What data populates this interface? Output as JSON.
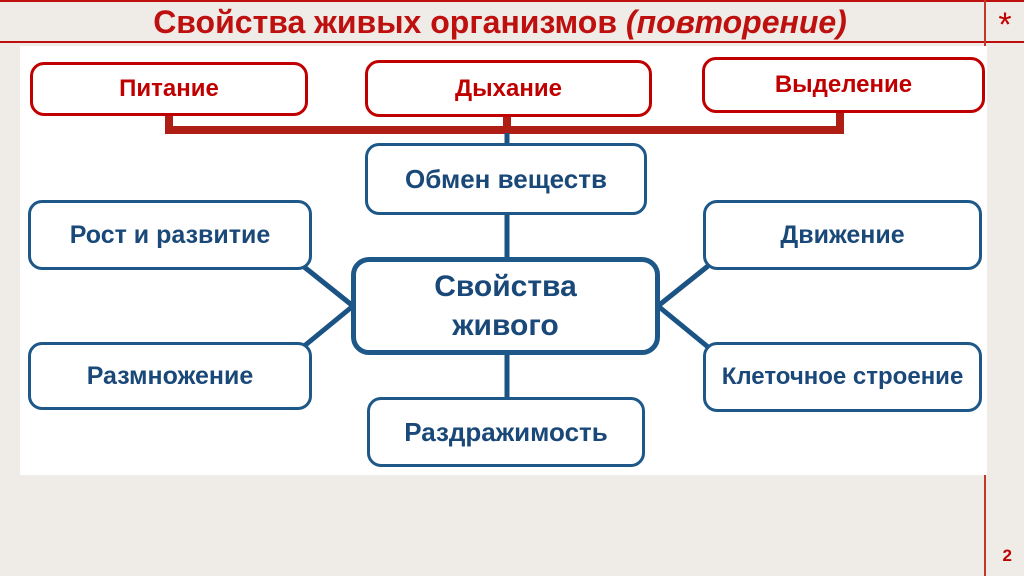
{
  "slide": {
    "title_prefix": "Свойства живых организмов ",
    "title_italic": "(повторение)",
    "asterisk": "*",
    "page_number": "2"
  },
  "diagram": {
    "top_row": [
      {
        "id": "nutrition",
        "label": "Питание"
      },
      {
        "id": "respiration",
        "label": "Дыхание"
      },
      {
        "id": "excretion",
        "label": "Выделение"
      }
    ],
    "metabolism": {
      "label": "Обмен веществ"
    },
    "center": {
      "line1": "Свойства",
      "line2": "живого"
    },
    "left_column": [
      {
        "id": "growth-development",
        "label": "Рост и развитие"
      },
      {
        "id": "reproduction",
        "label": "Размножение"
      }
    ],
    "right_column": [
      {
        "id": "movement",
        "label": "Движение"
      },
      {
        "id": "cell-structure",
        "label": "Клеточное строение"
      }
    ],
    "bottom": {
      "label": "Раздражимость"
    }
  },
  "colors": {
    "title_red": "#BE100E",
    "box_red": "#C00000",
    "bracket_red": "#AE1E14",
    "box_blue": "#1D5889",
    "text_blue": "#1A4979",
    "background": "#EFEBE7",
    "content_background": "#FFFFFF"
  }
}
